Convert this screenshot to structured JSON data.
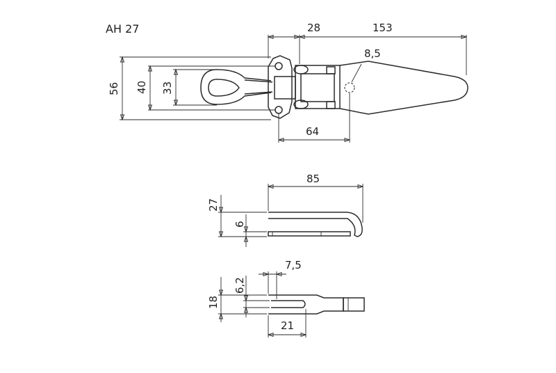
{
  "title": "AH 27",
  "top_view": {
    "dim_28": "28",
    "dim_153": "153",
    "dim_8_5": "8,5",
    "dim_56": "56",
    "dim_40": "40",
    "dim_33": "33",
    "dim_64": "64"
  },
  "side_view": {
    "dim_85": "85",
    "dim_27": "27",
    "dim_6": "6"
  },
  "bottom_view": {
    "dim_7_5": "7,5",
    "dim_6_2": "6,2",
    "dim_18": "18",
    "dim_21": "21"
  }
}
